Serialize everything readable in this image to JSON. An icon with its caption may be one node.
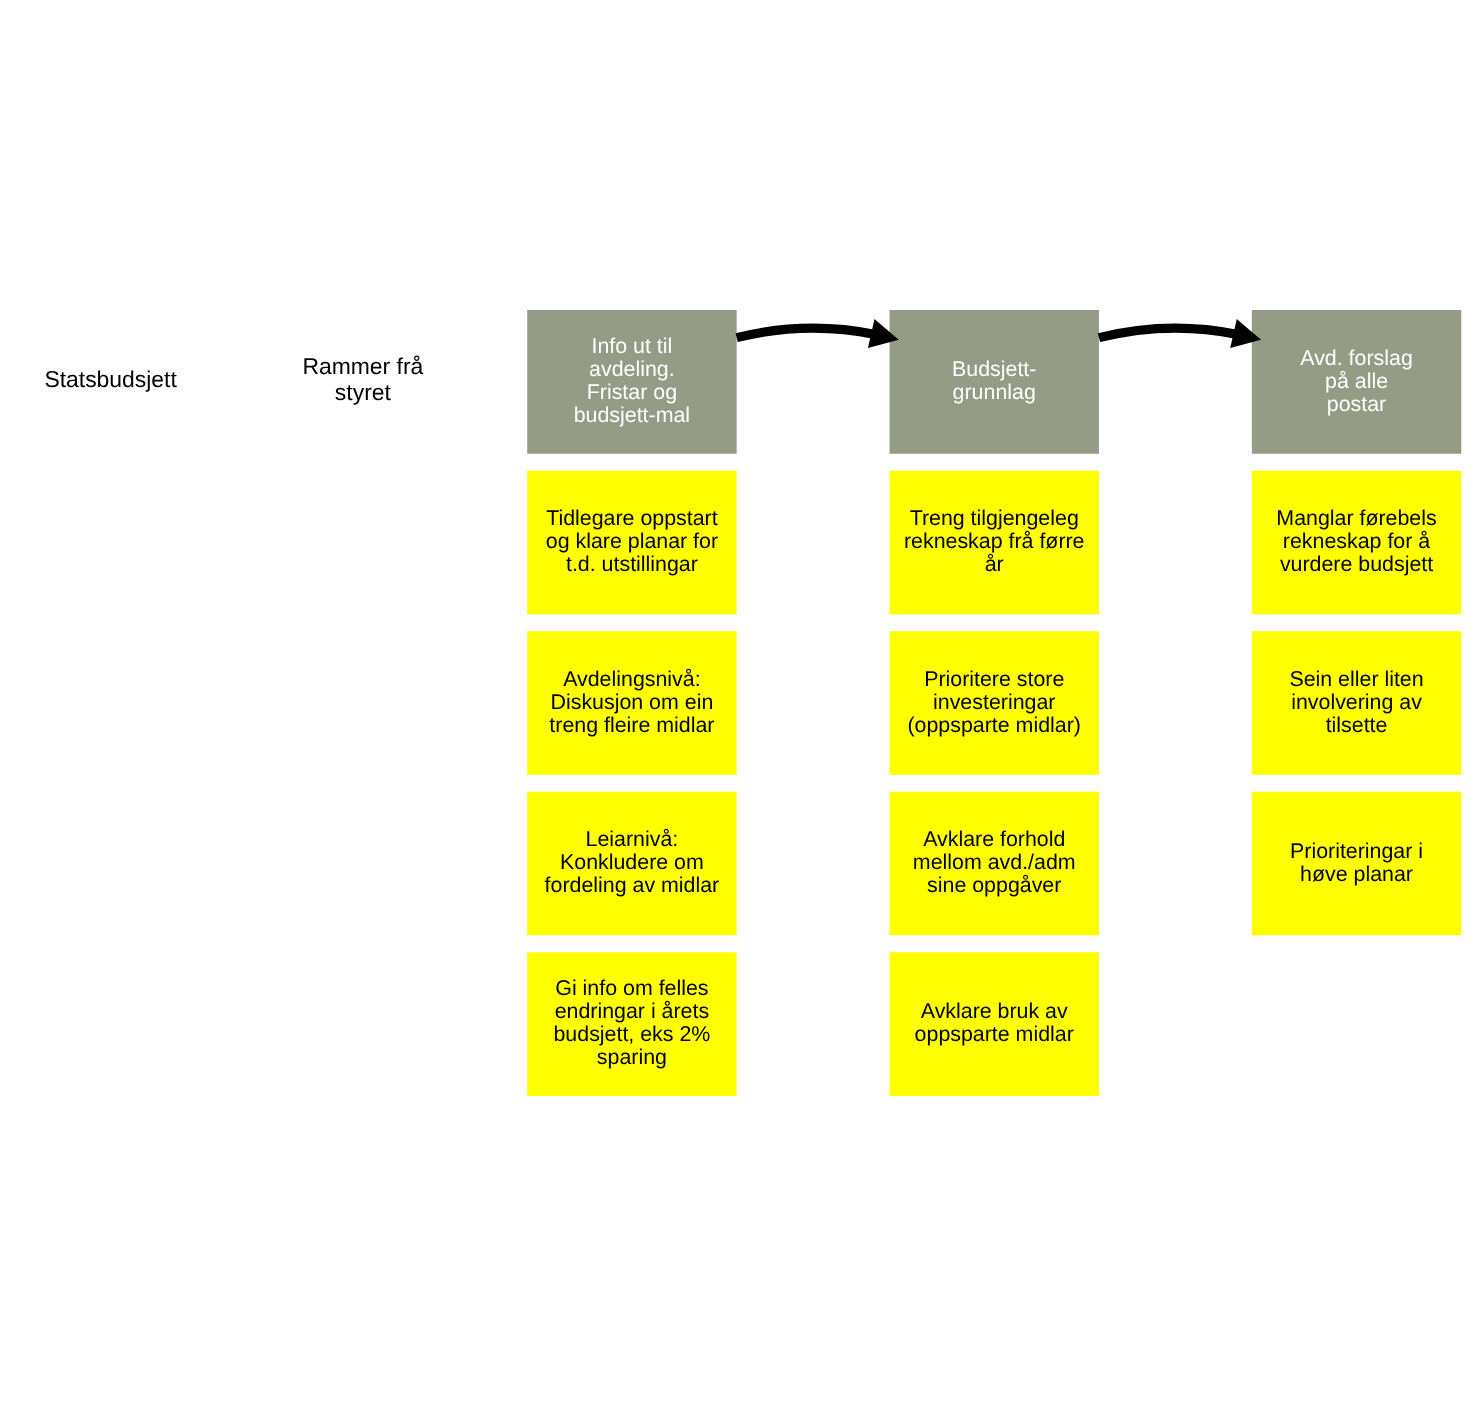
{
  "diagram": {
    "nodes": [
      {
        "text": [
          "Info ut til avdeling. Fristar og budsjett-mal"
        ]
      },
      {
        "text": [
          "Budsjett-grunnlag"
        ]
      },
      {
        "text": [
          "Avd. forslag på alle postar"
        ]
      },
      {
        "text": [
          "Tidlegare oppstart og klare planar for t.d. utstillingar"
        ]
      },
      {
        "text": [
          "Treng tilgjengeleg rekneskap frå førre år"
        ]
      },
      {
        "text": [
          "Manglar førebels rekneskap for å vurdere budsjett"
        ]
      },
      {
        "text": [
          "Avdelingsnivå: Diskusjon om ein treng fleire midlar"
        ]
      },
      {
        "text": [
          "Prioritere store investeringar (oppsparte midlar)"
        ]
      },
      {
        "text": [
          "Sein eller liten involvering av tilsette"
        ]
      },
      {
        "text": [
          "Leiarnivå: Konkludere om fordeling av midlar"
        ]
      },
      {
        "text": [
          "Avklare forhold mellom avd./adm sine oppgåver"
        ]
      },
      {
        "text": [
          "Prioriteringar i høve planar"
        ]
      },
      {
        "text": [
          "Gi info om felles endringar i årets budsjett, eks 2% sparing"
        ]
      },
      {
        "text": [
          "Avklare bruk av oppsparte midlar"
        ]
      }
    ],
    "edges": [
      {
        "from": 0,
        "to": 1,
        "arrow": "to"
      },
      {
        "from": 1,
        "to": 2,
        "arrow": "to"
      }
    ],
    "labels": [
      "Statsbudsjett",
      "Rammer frå styret"
    ]
  }
}
